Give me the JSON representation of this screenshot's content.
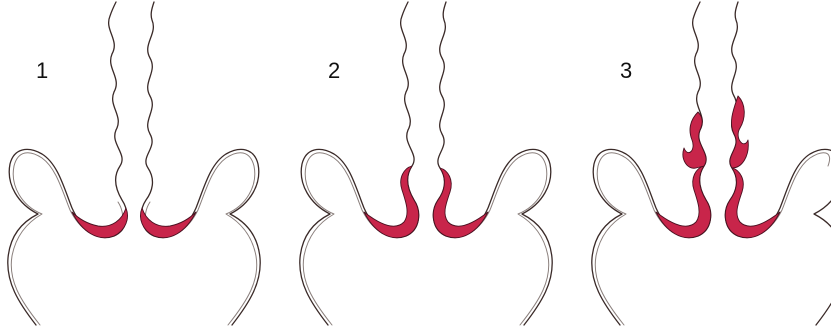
{
  "figure": {
    "panels": [
      {
        "label": "1",
        "highlighted_stage": "lower-lobe-only"
      },
      {
        "label": "2",
        "highlighted_stage": "lower-lobe-and-neck"
      },
      {
        "label": "3",
        "highlighted_stage": "lower-lobe-neck-and-upper-folds"
      }
    ],
    "colors": {
      "outline": "#3a2a28",
      "outline_ghost": "#8a7f7c",
      "highlight_fill": "#c8254a",
      "highlight_stroke": "#4a1020",
      "background": "#ffffff"
    }
  }
}
